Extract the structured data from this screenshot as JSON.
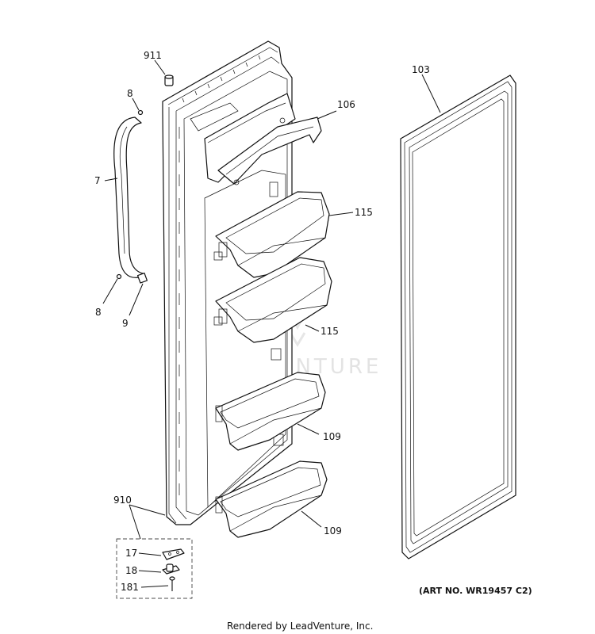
{
  "labels": {
    "p911": "911",
    "p8a": "8",
    "p7": "7",
    "p8b": "8",
    "p9": "9",
    "p106": "106",
    "p115a": "115",
    "p115b": "115",
    "p109a": "109",
    "p109b": "109",
    "p103": "103",
    "p910": "910",
    "p17": "17",
    "p18": "18",
    "p181": "181"
  },
  "art_no": "(ART NO. WR19457 C2)",
  "watermark": "LEADVENTURE",
  "footer": "Rendered by LeadVenture, Inc."
}
